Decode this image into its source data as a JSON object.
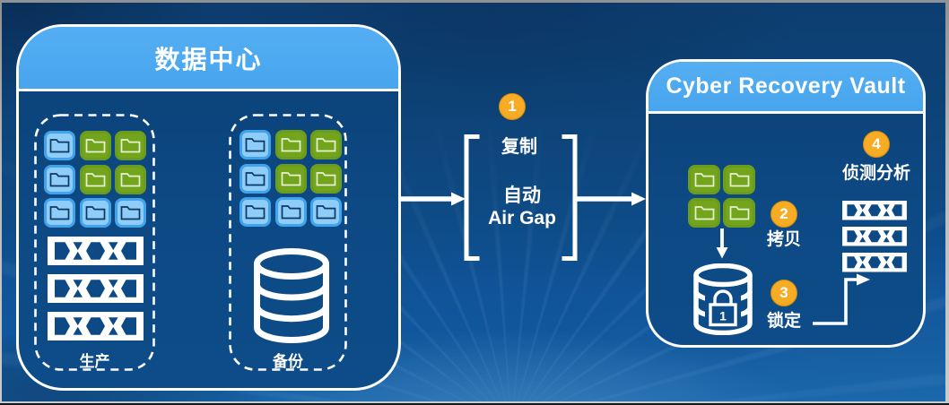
{
  "datacenter": {
    "title": "数据中心",
    "production": {
      "label": "生产",
      "folders": [
        "blue",
        "green",
        "green",
        "blue",
        "green",
        "green",
        "blue",
        "blue",
        "blue"
      ],
      "tape_count": 3
    },
    "backup": {
      "label": "备份",
      "folders": [
        "blue",
        "green",
        "green",
        "blue",
        "green",
        "green",
        "blue",
        "blue",
        "blue"
      ]
    }
  },
  "flow": {
    "step1_number": "1",
    "step1_label": "复制",
    "airgap_line1": "自动",
    "airgap_line2": "Air Gap"
  },
  "vault": {
    "title": "Cyber Recovery Vault",
    "folders": [
      "green",
      "green",
      "green",
      "green"
    ],
    "step2_number": "2",
    "step2_label": "拷贝",
    "step3_number": "3",
    "step3_label": "锁定",
    "step4_number": "4",
    "step4_label": "侦测分析",
    "lock_digit": "1",
    "tape_count": 3
  },
  "colors": {
    "background_blue": "#0d4a85",
    "header_blue": "#4aa8ef",
    "tile_blue": "#8ecdf7",
    "tile_green": "#72a51c",
    "accent_orange": "#f3a71d",
    "line_white": "#ffffff"
  }
}
